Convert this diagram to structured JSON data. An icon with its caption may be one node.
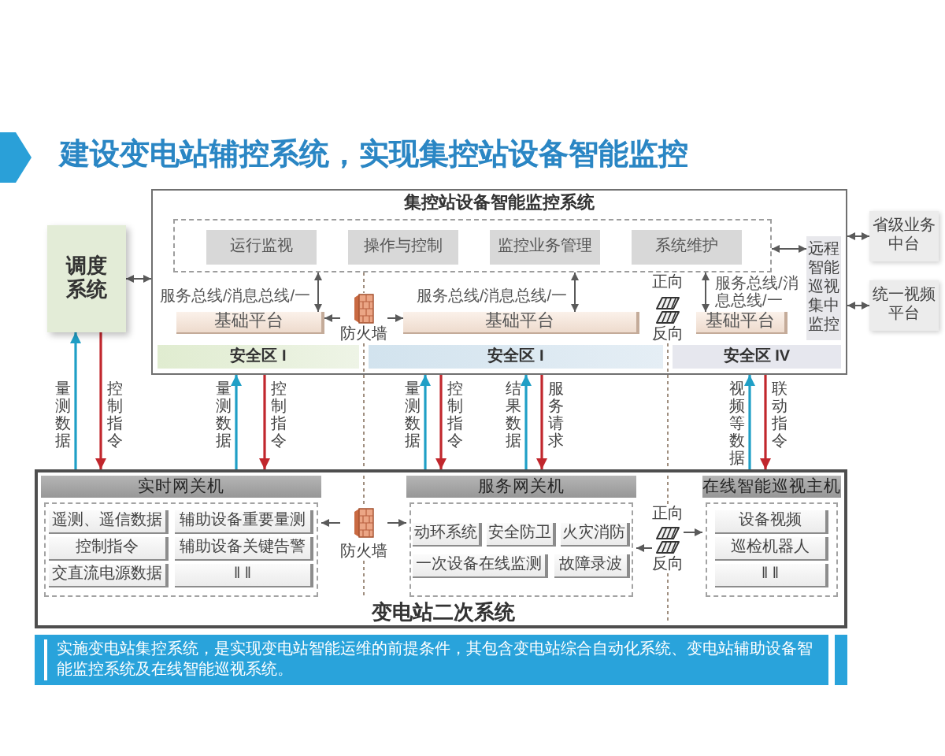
{
  "diagram": {
    "title": "建设变电站辅控系统，实现集控站设备智能监控",
    "caption": "实施变电站集控系统，是实现变电站智能运维的前提条件，其包含变电站综合自动化系统、变电站辅助设备智能监控系统及在线智能巡视系统。",
    "nodes": [
      {
        "text": [
          "集控站设备智能监控系统"
        ]
      },
      {
        "text": [],
        "shape": "box",
        "in": 0
      },
      {
        "text": [
          "运行监视"
        ],
        "in": 1
      },
      {
        "text": [
          "操作与控制"
        ],
        "in": 1
      },
      {
        "text": [
          "监控业务管理"
        ],
        "in": 1
      },
      {
        "text": [
          "系统维护"
        ],
        "in": 1
      },
      {
        "text": [
          "基础平台"
        ],
        "in": 0,
        "beside": [
          "服务总线/消息总线/一"
        ]
      },
      {
        "text": [
          "基础平台"
        ],
        "in": 0,
        "beside": [
          "服务总线/消息总线/一"
        ]
      },
      {
        "text": [
          "基础平台"
        ],
        "in": 0,
        "beside": [
          "服务总线/消息总线/一"
        ]
      },
      {
        "text": [
          "防火墙"
        ],
        "in": 0
      },
      {
        "text": [
          "正向",
          "反向"
        ],
        "in": 0
      },
      {
        "text": [
          "安全区 I"
        ],
        "in": 0
      },
      {
        "text": [
          "安全区 I"
        ],
        "in": 0
      },
      {
        "text": [
          "安全区 IV"
        ],
        "in": 0
      },
      {
        "text": [
          "调度系统"
        ]
      },
      {
        "text": [
          "远程智能巡视集中监控"
        ],
        "in": 0
      },
      {
        "text": [
          "省级业务中台"
        ]
      },
      {
        "text": [
          "统一视频平台"
        ]
      },
      {
        "text": [
          "变电站二次系统"
        ]
      },
      {
        "text": [
          "实时网关机"
        ],
        "in": 18
      },
      {
        "text": [
          "遥测、遥信数据"
        ],
        "in": 19
      },
      {
        "text": [
          "辅助设备重要量测"
        ],
        "in": 19
      },
      {
        "text": [
          "控制指令"
        ],
        "in": 19
      },
      {
        "text": [
          "辅助设备关键告警"
        ],
        "in": 19
      },
      {
        "text": [
          "交直流电源数据"
        ],
        "in": 19
      },
      {
        "text": [
          "‖ ‖"
        ],
        "in": 19
      },
      {
        "text": [
          "服务网关机"
        ],
        "in": 18
      },
      {
        "text": [
          "动环系统"
        ],
        "in": 26
      },
      {
        "text": [
          "安全防卫"
        ],
        "in": 26
      },
      {
        "text": [
          "火灾消防"
        ],
        "in": 26
      },
      {
        "text": [
          "一次设备在线监测"
        ],
        "in": 26
      },
      {
        "text": [
          "故障录波"
        ],
        "in": 26
      },
      {
        "text": [
          "在线智能巡视主机"
        ],
        "in": 18
      },
      {
        "text": [
          "设备视频"
        ],
        "in": 32
      },
      {
        "text": [
          "巡检机器人"
        ],
        "in": 32
      },
      {
        "text": [
          "‖ ‖"
        ],
        "in": 32
      },
      {
        "text": [
          "防火墙"
        ],
        "in": 18
      },
      {
        "text": [
          "正向",
          "反向"
        ],
        "in": 18
      }
    ],
    "edges": [
      {
        "from": 14,
        "to": 0,
        "arrow": "both"
      },
      {
        "from": 6,
        "to": 1,
        "arrow": "both"
      },
      {
        "from": 7,
        "to": 1,
        "arrow": "both"
      },
      {
        "from": 8,
        "to": 1,
        "arrow": "both"
      },
      {
        "from": 9,
        "to": 6,
        "arrow": "to"
      },
      {
        "from": 9,
        "to": 7,
        "arrow": "to"
      },
      {
        "from": 1,
        "to": 15,
        "arrow": "both"
      },
      {
        "from": 0,
        "to": 16,
        "arrow": "both"
      },
      {
        "from": 0,
        "to": 17,
        "arrow": "both"
      },
      {
        "from": 18,
        "to": 14,
        "arrow": "to",
        "label": "量测数据",
        "color": "#1f9fc6"
      },
      {
        "from": 14,
        "to": 18,
        "arrow": "to",
        "label": "控制指令",
        "color": "#c1272d"
      },
      {
        "from": 18,
        "to": 0,
        "arrow": "to",
        "label": "量测数据",
        "color": "#1f9fc6"
      },
      {
        "from": 0,
        "to": 18,
        "arrow": "to",
        "label": "控制指令",
        "color": "#c1272d"
      },
      {
        "from": 18,
        "to": 0,
        "arrow": "to",
        "label": "量测数据",
        "color": "#1f9fc6"
      },
      {
        "from": 0,
        "to": 18,
        "arrow": "to",
        "label": "控制指令",
        "color": "#c1272d"
      },
      {
        "from": 18,
        "to": 0,
        "arrow": "to",
        "label": "结果数据",
        "color": "#1f9fc6"
      },
      {
        "from": 0,
        "to": 18,
        "arrow": "to",
        "label": "服务请求",
        "color": "#c1272d"
      },
      {
        "from": 18,
        "to": 0,
        "arrow": "to",
        "label": "视频等数据",
        "color": "#1f9fc6"
      },
      {
        "from": 0,
        "to": 18,
        "arrow": "to",
        "label": "联动指令",
        "color": "#c1272d"
      },
      {
        "from": 36,
        "to": 19,
        "arrow": "to"
      },
      {
        "from": 36,
        "to": 26,
        "arrow": "to"
      },
      {
        "from": 37,
        "to": 32,
        "arrow": "to"
      },
      {
        "from": 37,
        "to": 26,
        "arrow": "to"
      }
    ]
  }
}
